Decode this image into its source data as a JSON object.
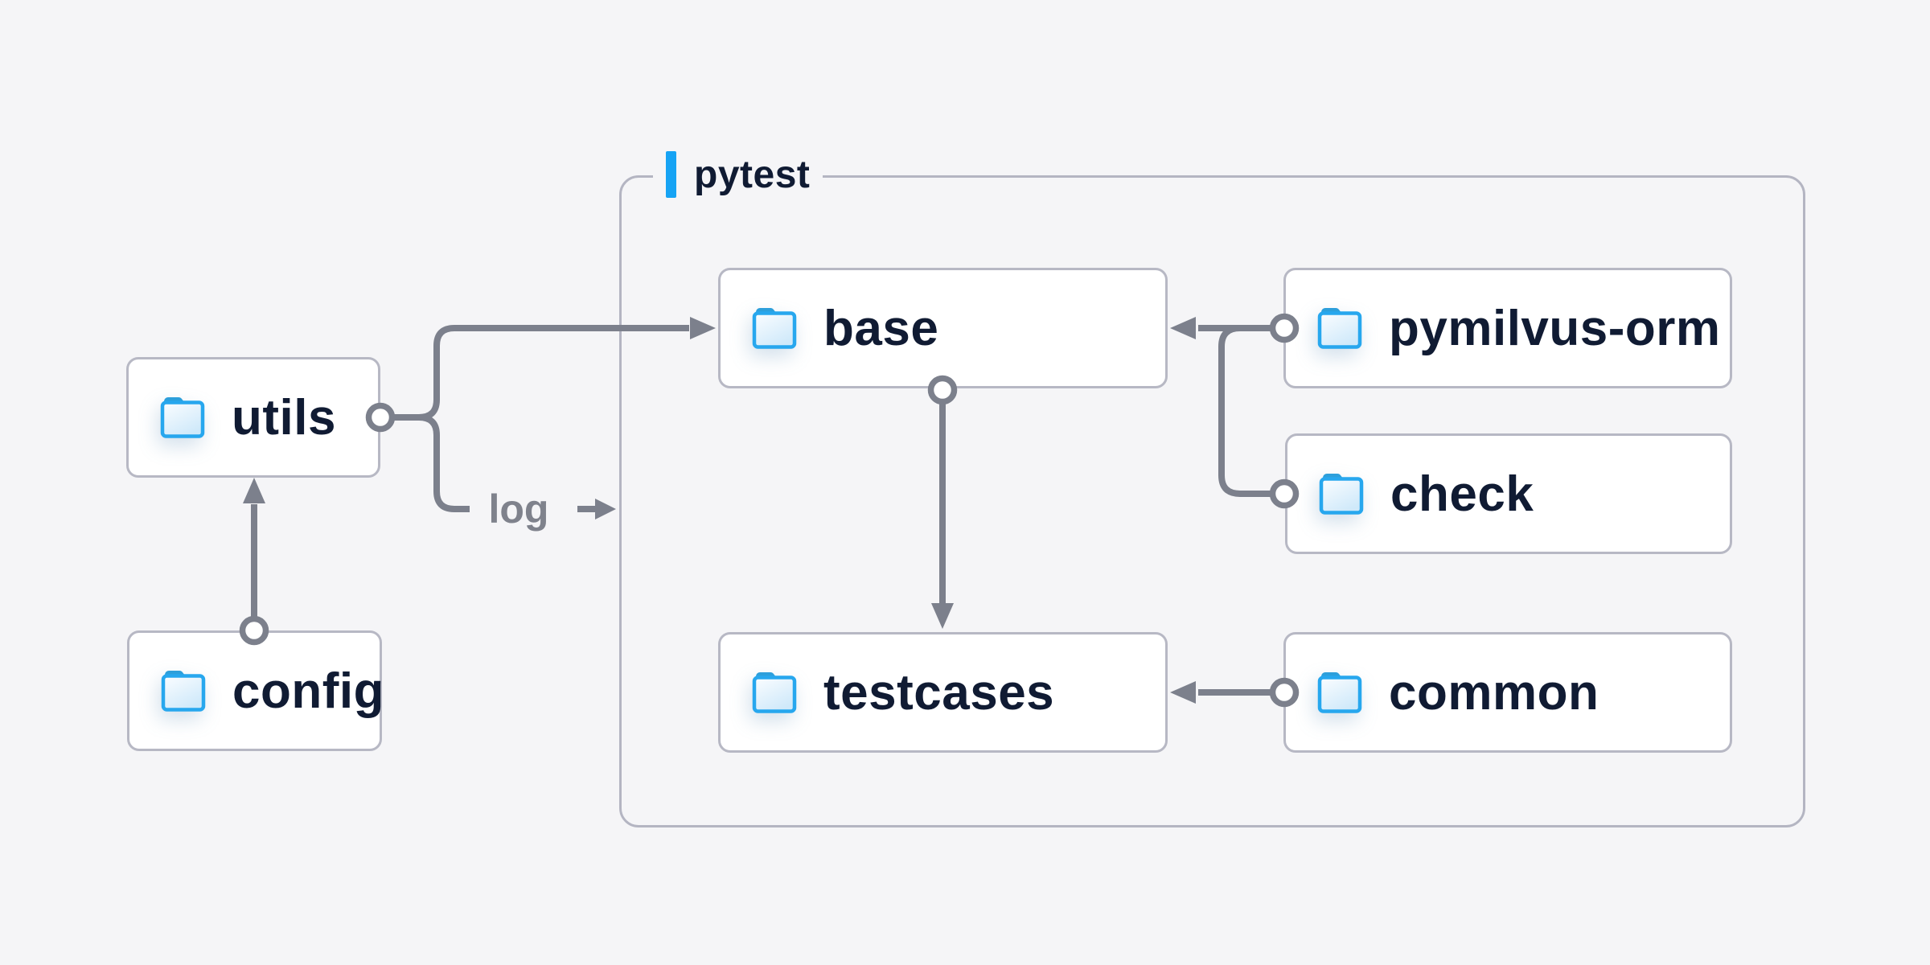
{
  "container": {
    "label": "pytest"
  },
  "nodes": {
    "utils": {
      "label": "utils",
      "icon": "folder-icon"
    },
    "config": {
      "label": "config",
      "icon": "folder-icon"
    },
    "base": {
      "label": "base",
      "icon": "folder-icon"
    },
    "pymilvus_orm": {
      "label": "pymilvus-orm",
      "icon": "folder-icon"
    },
    "check": {
      "label": "check",
      "icon": "folder-icon"
    },
    "testcases": {
      "label": "testcases",
      "icon": "folder-icon"
    },
    "common": {
      "label": "common",
      "icon": "folder-icon"
    }
  },
  "edge_labels": {
    "log": "log"
  },
  "edges": [
    {
      "from": "config",
      "to": "utils"
    },
    {
      "from": "utils",
      "to": "base"
    },
    {
      "from": "utils",
      "to": "log",
      "label": "log"
    },
    {
      "from": "pymilvus-orm",
      "to": "base"
    },
    {
      "from": "check",
      "to": "base"
    },
    {
      "from": "base",
      "to": "testcases"
    },
    {
      "from": "common",
      "to": "testcases"
    }
  ],
  "colors": {
    "background": "#f5f5f7",
    "node_fill": "#ffffff",
    "node_border": "#b7b8c4",
    "container_border": "#b4b5c2",
    "edge": "#7c808c",
    "edge_label_text": "#7f828c",
    "label_text": "#101b33",
    "accent_bar": "#16a3f4",
    "folder_outline": "#27a7ee",
    "folder_tab": "#2d9fdb"
  }
}
